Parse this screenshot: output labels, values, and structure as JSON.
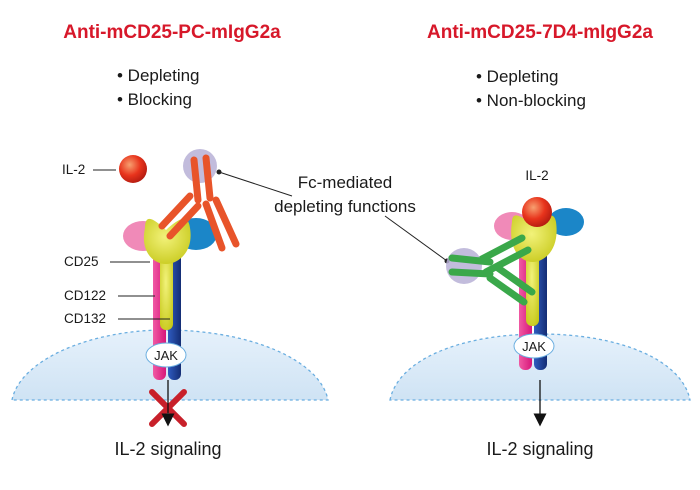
{
  "colors": {
    "title": "#d7182a",
    "cd122": "#e8288a",
    "cd132": "#1a3c8f",
    "cd25": "#d9dd1f",
    "pink_lobe": "#f08ab8",
    "blue_lobe": "#1b86c8",
    "antibody_left": "#e8542a",
    "antibody_right": "#3aa84a",
    "il2": "#e8341c",
    "fc": "#b7b0d6",
    "cell": "#dcebf8",
    "cross": "#c8202a"
  },
  "left": {
    "title": "Anti-mCD25-PC-mIgG2a",
    "bullets": [
      "• Depleting",
      "• Blocking"
    ],
    "labels": {
      "il2": "IL-2",
      "cd25": "CD25",
      "cd122": "CD122",
      "cd132": "CD132",
      "jak": "JAK"
    },
    "icons": {
      "cross": "blocked-x-icon",
      "arrow": "arrow-down-icon"
    },
    "signal": "IL-2 signaling"
  },
  "right": {
    "title": "Anti-mCD25-7D4-mIgG2a",
    "bullets": [
      "• Depleting",
      "• Non-blocking"
    ],
    "labels": {
      "il2": "IL-2",
      "jak": "JAK"
    },
    "icons": {
      "arrow": "arrow-down-icon"
    },
    "signal": "IL-2 signaling"
  },
  "callout": {
    "line1": "Fc-mediated",
    "line2": "depleting functions"
  }
}
